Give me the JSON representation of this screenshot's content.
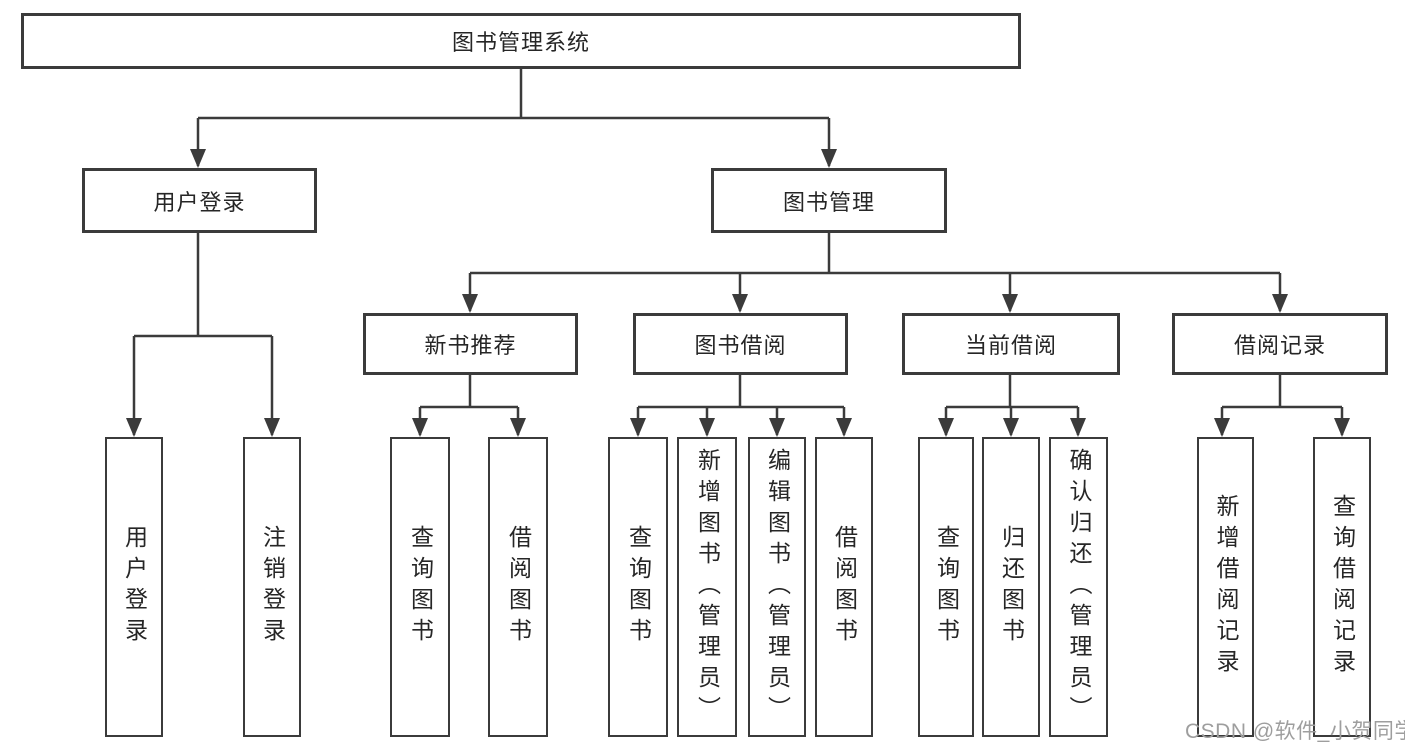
{
  "diagram_title": "图书管理系统",
  "tree": {
    "label": "图书管理系统",
    "children": [
      {
        "label": "用户登录",
        "children": [
          {
            "label": "用户登录"
          },
          {
            "label": "注销登录"
          }
        ]
      },
      {
        "label": "图书管理",
        "children": [
          {
            "label": "新书推荐",
            "children": [
              {
                "label": "查询图书"
              },
              {
                "label": "借阅图书"
              }
            ]
          },
          {
            "label": "图书借阅",
            "children": [
              {
                "label": "查询图书"
              },
              {
                "label": "新增图书（管理员）"
              },
              {
                "label": "编辑图书（管理员）"
              },
              {
                "label": "借阅图书"
              }
            ]
          },
          {
            "label": "当前借阅",
            "children": [
              {
                "label": "查询图书"
              },
              {
                "label": "归还图书"
              },
              {
                "label": "确认归还（管理员）"
              }
            ]
          },
          {
            "label": "借阅记录",
            "children": [
              {
                "label": "新增借阅记录"
              },
              {
                "label": "查询借阅记录"
              }
            ]
          }
        ]
      }
    ]
  },
  "watermark": {
    "text": "CSDN @软件_小贺同学"
  },
  "colors": {
    "line": "#3b3b3b",
    "box_border": "#3b3b3b",
    "text": "#262626",
    "watermark": "#9e9e9e",
    "background": "#ffffff"
  }
}
